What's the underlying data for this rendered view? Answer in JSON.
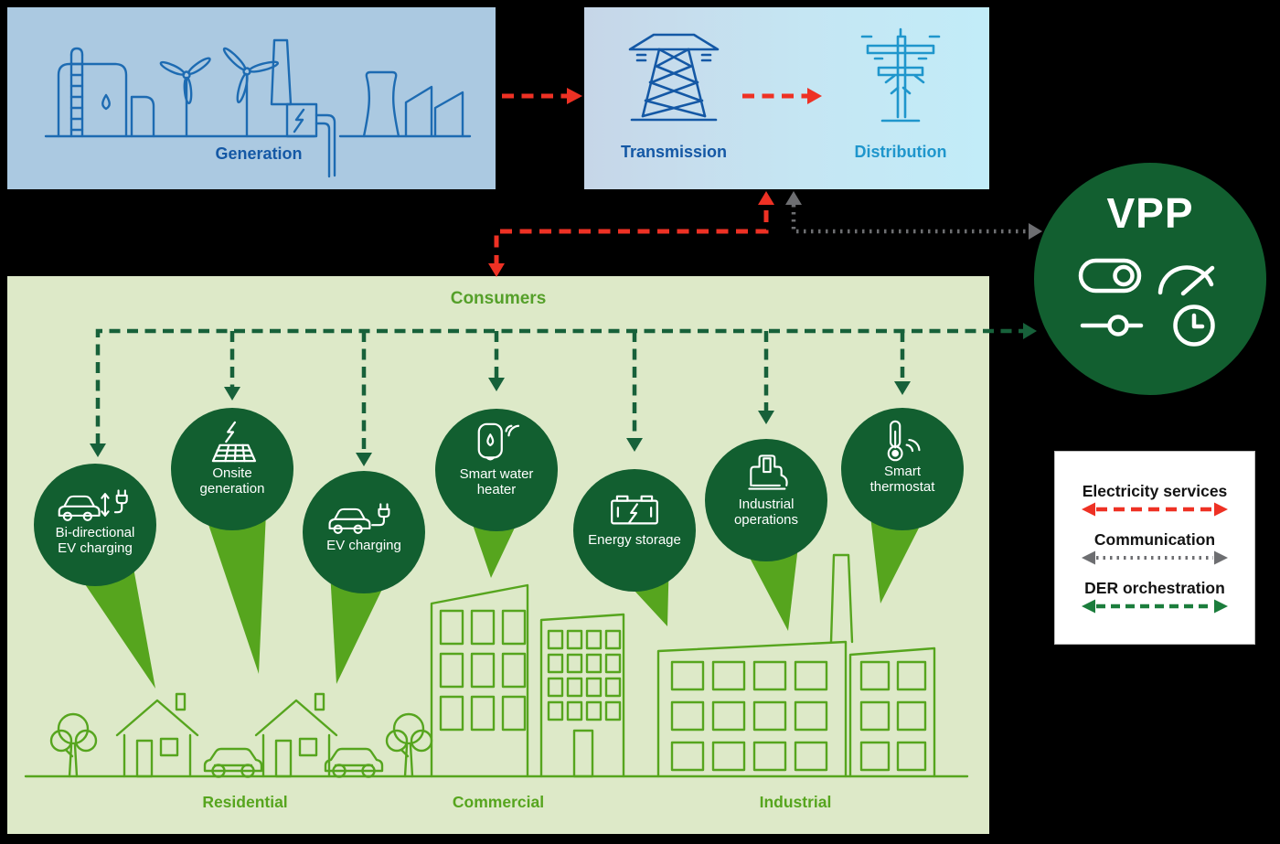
{
  "generation": {
    "label": "Generation",
    "icons": [
      "fuel-tank-icon",
      "wind-turbine-icon",
      "power-plant-icon",
      "cooling-tower-icon",
      "factory-icon"
    ]
  },
  "grid": {
    "transmission_label": "Transmission",
    "distribution_label": "Distribution",
    "transmission_icon": "transmission-tower-icon",
    "distribution_icon": "utility-pole-icon"
  },
  "vpp": {
    "label": "VPP",
    "icons": [
      "toggle-icon",
      "gauge-icon",
      "slider-icon",
      "clock-icon"
    ]
  },
  "consumers": {
    "label": "Consumers",
    "nodes": [
      {
        "label": "Bi-directional\nEV charging",
        "icon": "bidirectional-ev-charging-icon"
      },
      {
        "label": "Onsite\ngeneration",
        "icon": "onsite-generation-icon"
      },
      {
        "label": "EV charging",
        "icon": "ev-charging-icon"
      },
      {
        "label": "Smart water\nheater",
        "icon": "smart-water-heater-icon"
      },
      {
        "label": "Energy storage",
        "icon": "energy-storage-icon"
      },
      {
        "label": "Industrial\noperations",
        "icon": "industrial-operations-icon"
      },
      {
        "label": "Smart\nthermostat",
        "icon": "smart-thermostat-icon"
      }
    ],
    "sections": [
      {
        "label": "Residential"
      },
      {
        "label": "Commercial"
      },
      {
        "label": "Industrial"
      }
    ]
  },
  "legend": {
    "items": [
      {
        "label": "Electricity services",
        "style": "red-dashed",
        "color": "#ee3124"
      },
      {
        "label": "Communication",
        "style": "gray-dotted",
        "color": "#6d6e71"
      },
      {
        "label": "DER orchestration",
        "style": "green-dashed",
        "color": "#1b7d3c"
      }
    ]
  },
  "colors": {
    "electricity": "#ee3124",
    "communication": "#6d6e71",
    "der_orchestration": "#17613a",
    "dark_green": "#125f30",
    "bright_green": "#56a51e",
    "consumers_bg": "#dde9c8",
    "generation_bg": "#abc9e1",
    "blue_dark": "#1458a5",
    "blue_light": "#1f96cc"
  }
}
